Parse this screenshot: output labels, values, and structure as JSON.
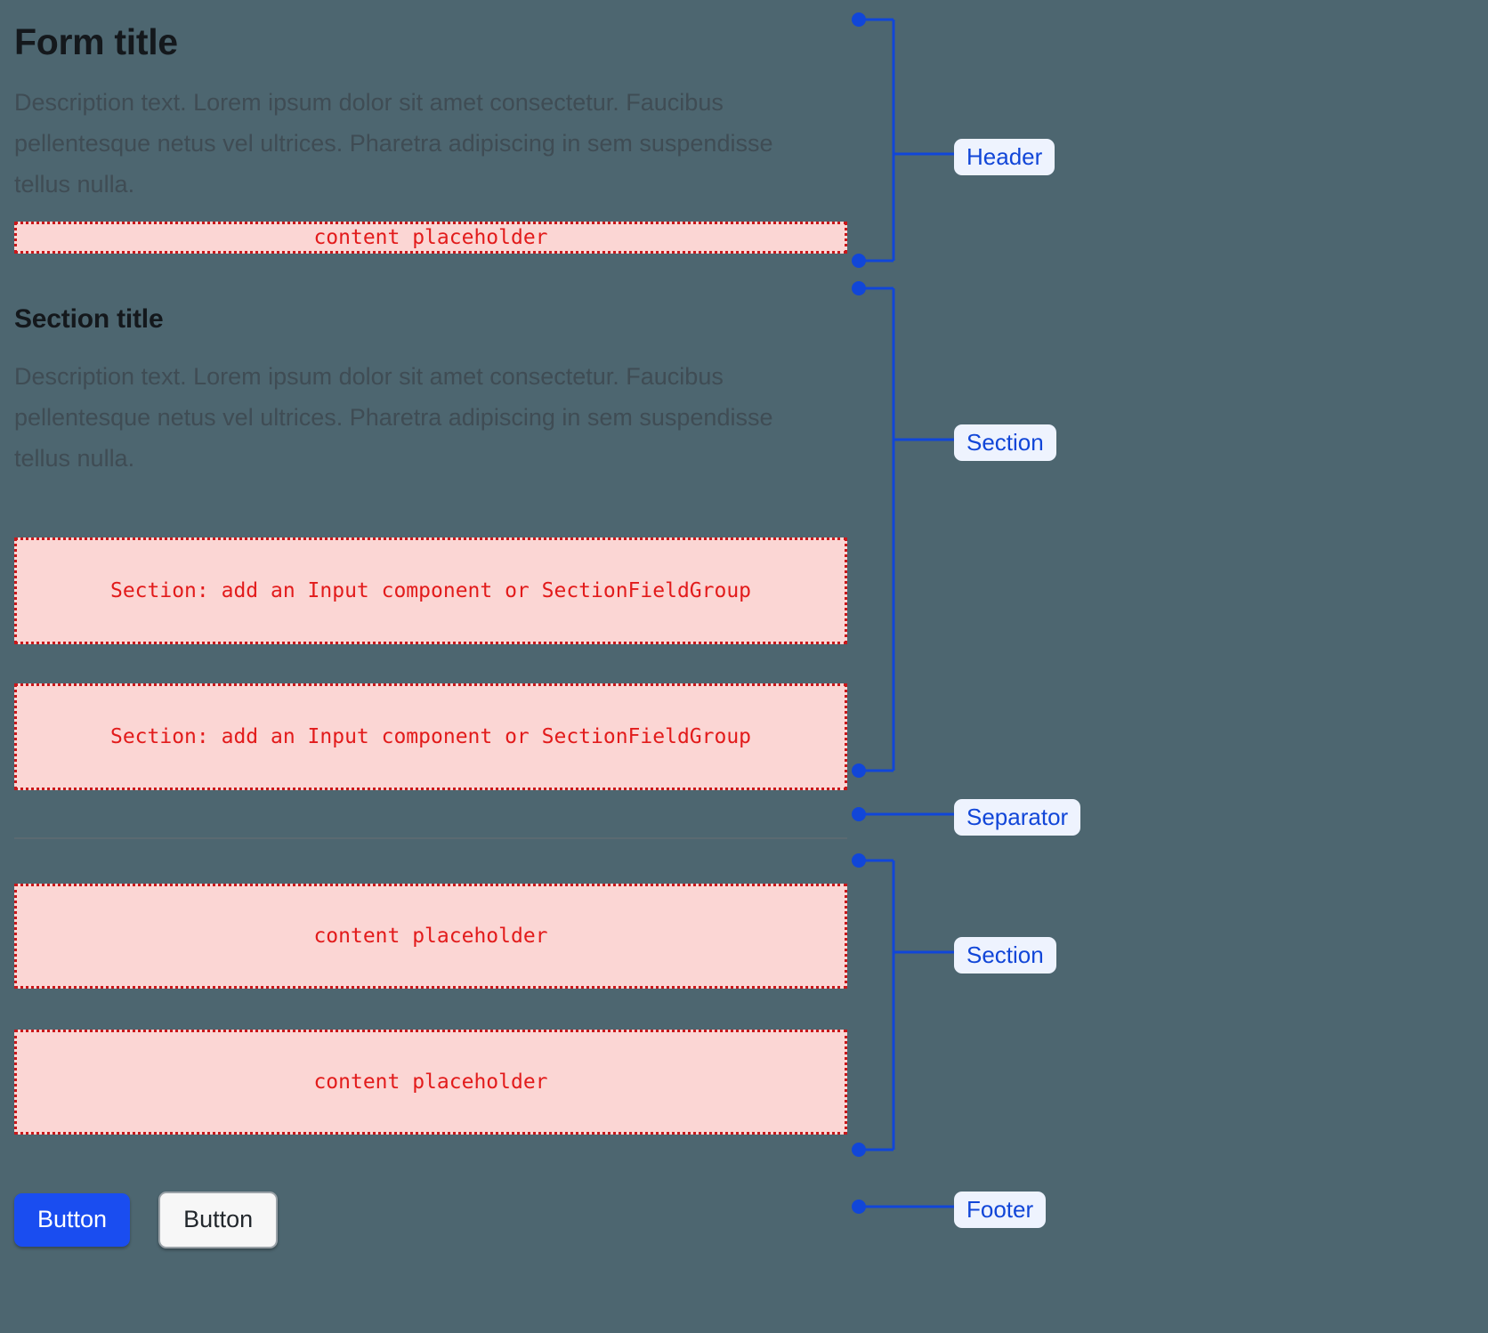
{
  "theme": {
    "background": "#4d6670",
    "title_color": "#14181c",
    "description_color": "#3f4c54",
    "placeholder_bg": "#fbd6d4",
    "placeholder_border": "#c9181b",
    "placeholder_text": "#e21b1b",
    "annotation_line": "#1146d8",
    "annotation_chip_bg": "#eef3fe",
    "annotation_chip_text": "#1146d8",
    "separator_color": "#5b6a71",
    "primary_button_bg": "#1a4df0",
    "primary_button_text": "#ffffff",
    "secondary_button_bg": "#f7f7f7",
    "secondary_button_text": "#23282d",
    "secondary_button_border": "#9aa2a8"
  },
  "header": {
    "title": "Form title",
    "description": "Description text. Lorem ipsum dolor sit amet consectetur. Faucibus pellentesque netus vel ultrices. Pharetra adipiscing in sem suspendisse tellus nulla.",
    "content_placeholder": "content placeholder"
  },
  "section_one": {
    "title": "Section title",
    "description": "Description text. Lorem ipsum dolor sit amet consectetur. Faucibus pellentesque netus vel ultrices. Pharetra adipiscing in sem suspendisse tellus nulla.",
    "field_placeholder_1": "Section: add an Input component or SectionFieldGroup",
    "field_placeholder_2": "Section: add an Input component or SectionFieldGroup"
  },
  "section_two": {
    "content_placeholder_1": "content placeholder",
    "content_placeholder_2": "content placeholder"
  },
  "footer": {
    "primary_button": "Button",
    "secondary_button": "Button"
  },
  "annotations": [
    {
      "label": "Header"
    },
    {
      "label": "Section"
    },
    {
      "label": "Separator"
    },
    {
      "label": "Section"
    },
    {
      "label": "Footer"
    }
  ]
}
